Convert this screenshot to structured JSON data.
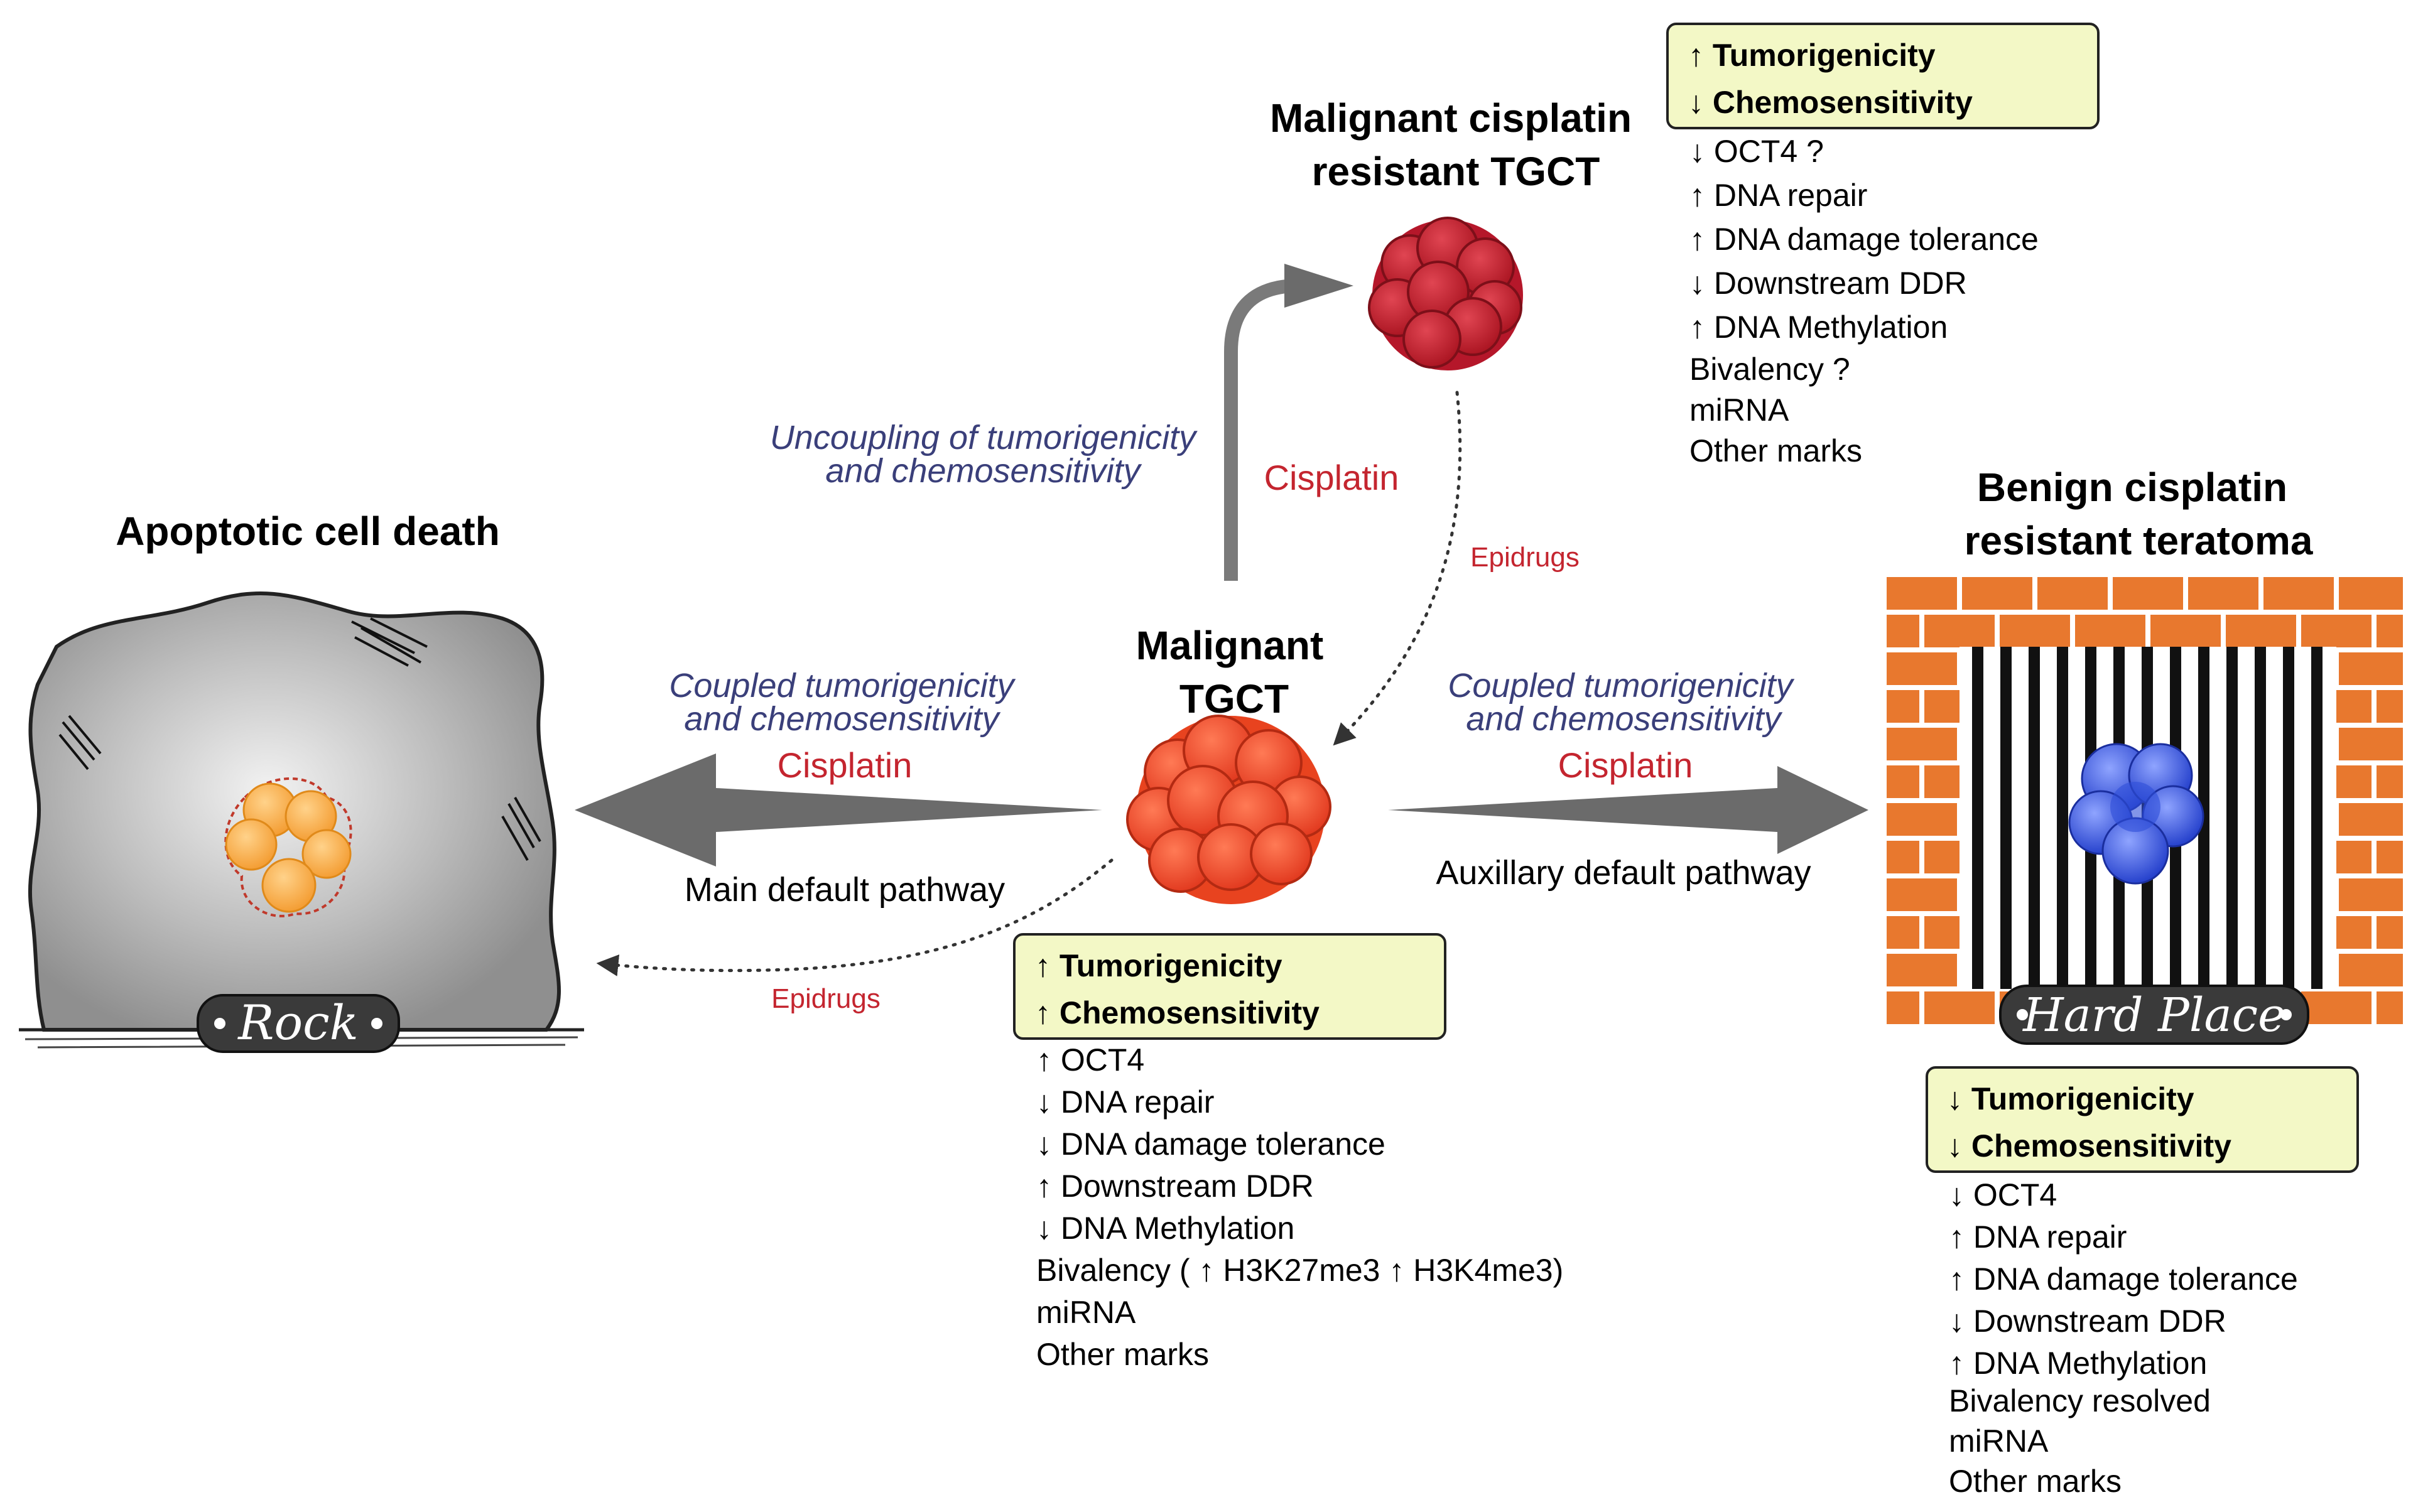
{
  "titles": {
    "malignant_resistant": [
      "Malignant cisplatin",
      "resistant TGCT"
    ],
    "apoptotic": "Apoptotic cell death",
    "benign": [
      "Benign cisplatin",
      "resistant teratoma"
    ],
    "malignant_tgct": [
      "Malignant",
      "TGCT"
    ]
  },
  "arrows": {
    "uncoupling": [
      "Uncoupling of tumorigenicity",
      "and chemosensitivity"
    ],
    "coupled_left": [
      "Coupled tumorigenicity",
      "and chemosensitivity"
    ],
    "coupled_right": [
      "Coupled tumorigenicity",
      "and chemosensitivity"
    ],
    "cisplatin_top": "Cisplatin",
    "cisplatin_left": "Cisplatin",
    "cisplatin_right": "Cisplatin",
    "epidrugs_top": "Epidrugs",
    "epidrugs_left": "Epidrugs",
    "main_pathway": "Main default pathway",
    "auxiliary_pathway": "Auxillary default pathway"
  },
  "labels": {
    "rock": "Rock",
    "hard_place": "Hard Place"
  },
  "boxes": {
    "top": {
      "line1": "↑ Tumorigenicity",
      "line2": "↓ Chemosensitivity"
    },
    "center": {
      "line1": "↑ Tumorigenicity",
      "line2": "↑ Chemosensitivity"
    },
    "right": {
      "line1": "↓ Tumorigenicity",
      "line2": "↓ Chemosensitivity"
    }
  },
  "lists": {
    "top": [
      "↓ OCT4 ?",
      "↑ DNA repair",
      "↑ DNA damage tolerance",
      "↓ Downstream DDR",
      "↑ DNA Methylation",
      "Bivalency ?",
      "miRNA",
      "Other marks"
    ],
    "center": [
      "↑ OCT4",
      "↓ DNA repair",
      "↓ DNA damage tolerance",
      "↑ Downstream DDR",
      "↓ DNA Methylation",
      "Bivalency ( ↑ H3K27me3 ↑ H3K4me3)",
      "miRNA",
      "Other marks"
    ],
    "right": [
      "↓ OCT4",
      "↑ DNA repair",
      "↑ DNA damage tolerance",
      "↓ Downstream DDR",
      "↑ DNA Methylation",
      "Bivalency resolved",
      "miRNA",
      "Other marks"
    ]
  },
  "colors": {
    "title": "#000000",
    "italic_blue": "#3a3f7a",
    "cisplatin_red": "#c4252f",
    "box_fill": "#f3f8c6",
    "box_stroke": "#222222",
    "arrow_gray": "#6b6b6b",
    "brick": "#e8782e",
    "rock_gray": "#a9a9a9",
    "malignant_red": "#f04a2a",
    "resistant_red": "#c01d2e",
    "teratoma_blue": "#2f4fd8",
    "apoptotic_orange": "#f6a23a"
  }
}
